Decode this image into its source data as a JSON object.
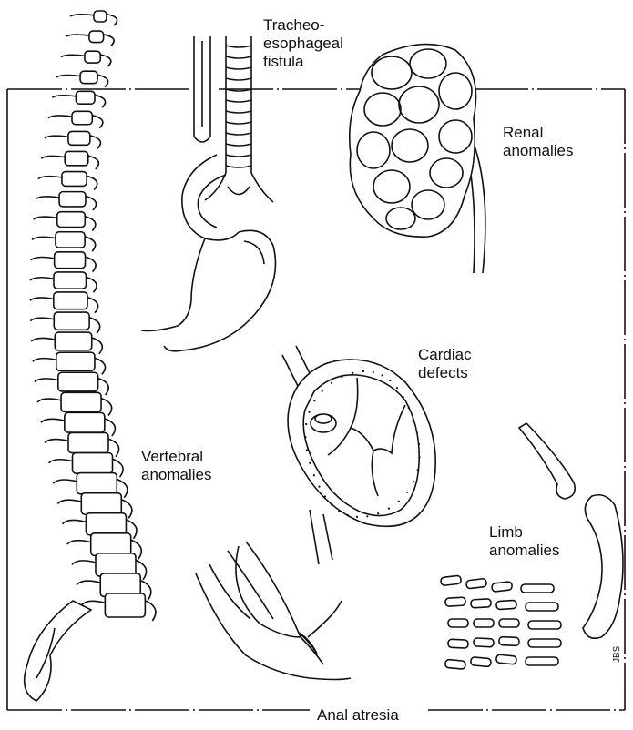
{
  "labels": {
    "tracheoesophageal": "Tracheo-\nesophageal\nfistula",
    "renal": "Renal\nanomalies",
    "cardiac": "Cardiac\ndefects",
    "vertebral": "Vertebral\nanomalies",
    "limb": "Limb\nanomalies",
    "anal": "Anal atresia"
  },
  "signature": "JBS",
  "colors": {
    "ink": "#111111",
    "background": "#ffffff"
  }
}
